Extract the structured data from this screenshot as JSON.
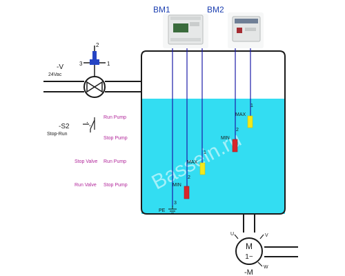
{
  "devices": {
    "bm1": {
      "label": "BM1"
    },
    "bm2": {
      "label": "BM2"
    }
  },
  "valve": {
    "supply_label": "-V",
    "voltage_label": "24Vac",
    "pin1": "1",
    "pin2": "2",
    "pin3": "3"
  },
  "switch": {
    "label": "-S2",
    "sublabel": "Stop-Run"
  },
  "side_labels": {
    "run_pump_1": "Run Pump",
    "stop_pump_1": "Stop Pump",
    "stop_valve": "Stop Valve",
    "run_pump_2": "Run Pump",
    "run_valve": "Run Valve",
    "stop_pump_2": "Stop Pump"
  },
  "sensors": {
    "bm1_max": {
      "label": "MAX",
      "pin": "1"
    },
    "bm1_min": {
      "label": "MIN",
      "pin": "2"
    },
    "bm2_max": {
      "label": "MAX",
      "pin": "1"
    },
    "bm2_min": {
      "label": "MIN",
      "pin": "2"
    },
    "pe": {
      "label": "PE",
      "pin": "3"
    }
  },
  "motor": {
    "label": "-M",
    "symbol": "M",
    "phase": "1~",
    "u": "U",
    "v": "V",
    "w": "W"
  },
  "watermark": "Bassein.ru",
  "colors": {
    "water": "#33ddf2",
    "sensor_max": "#f2e81a",
    "sensor_min": "#d8262a",
    "wire": "#1a1aa8",
    "label_magenta": "#b1259a",
    "title_blue": "#1c3fb0"
  }
}
